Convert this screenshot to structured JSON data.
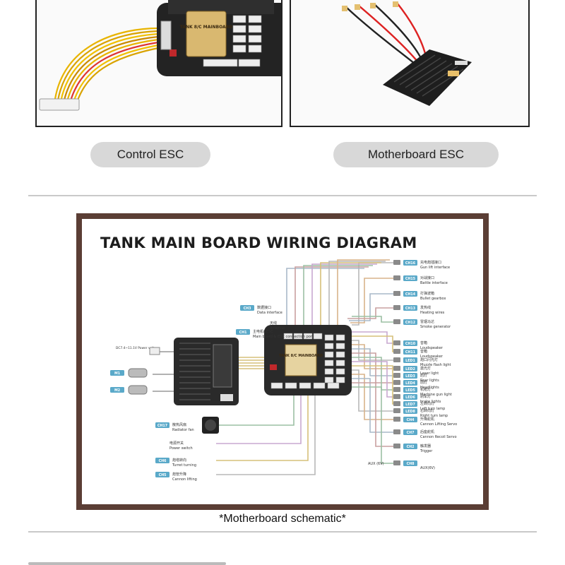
{
  "photos": {
    "left_board_label": "TANK 8/C MAINBOARD",
    "control_label": "Control ESC",
    "motherboard_label": "Motherboard ESC"
  },
  "diagram": {
    "title": "TANK MAIN BOARD WIRING DIAGRAM",
    "board_label": "TANK 8/C MAINBOARD",
    "top_labels": [
      {
        "code": "CH3",
        "cn": "数据接口",
        "en": "Data interface"
      },
      {
        "code": "",
        "cn": "天线",
        "en": "Antenna"
      },
      {
        "code": "CH1",
        "cn": "主电机&ESC",
        "en": "Main board & ESC connection port"
      }
    ],
    "left_labels": [
      {
        "code": "",
        "cn": "",
        "en": "DC7.4~11.1V Power voltage"
      },
      {
        "code": "M1",
        "cn": "",
        "en": ""
      },
      {
        "code": "M2",
        "cn": "",
        "en": ""
      },
      {
        "code": "CH17",
        "cn": "散热风扇",
        "en": "Radiator fan"
      },
      {
        "code": "",
        "cn": "电源开关",
        "en": "Power switch"
      },
      {
        "code": "CH6",
        "cn": "炮塔转向",
        "en": "Turret turning"
      },
      {
        "code": "CH5",
        "cn": "炮管升降",
        "en": "Cannon lifting"
      }
    ],
    "right_labels": [
      {
        "code": "CH16",
        "cn": "充电炮插接口",
        "en": "Gun lift interface"
      },
      {
        "code": "CH15",
        "cn": "对战接口",
        "en": "Battle interface"
      },
      {
        "code": "CH14",
        "cn": "打弹波箱",
        "en": "Bullet gearbox"
      },
      {
        "code": "CH13",
        "cn": "发热线",
        "en": "Heating wires"
      },
      {
        "code": "CH12",
        "cn": "冒烟马达",
        "en": "Smoke generator"
      },
      {
        "code": "CH10",
        "cn": "音箱",
        "en": "Loudspeaker"
      },
      {
        "code": "CH11",
        "cn": "音箱",
        "en": "Loudspeaker"
      },
      {
        "code": "LED1",
        "cn": "炮口闪光灯",
        "en": "Muzzle flash light"
      },
      {
        "code": "LED2",
        "cn": "激光灯",
        "en": "Laser light"
      },
      {
        "code": "LED3",
        "cn": "后灯",
        "en": "Rear lights"
      },
      {
        "code": "LED4",
        "cn": "前灯",
        "en": "Headlights"
      },
      {
        "code": "LED5",
        "cn": "机枪灯",
        "en": "Machine gun light"
      },
      {
        "code": "LED6",
        "cn": "刹车灯",
        "en": "brake lights"
      },
      {
        "code": "LED7",
        "cn": "左转向灯",
        "en": "Left turn lamp"
      },
      {
        "code": "LED8",
        "cn": "右转向灯",
        "en": "Right turn lamp"
      },
      {
        "code": "CH4",
        "cn": "升降舵机",
        "en": "Cannon Lifting Servo"
      },
      {
        "code": "CH7",
        "cn": "后座舵机",
        "en": "Cannon Recoil Servo"
      },
      {
        "code": "CH2",
        "cn": "触发器",
        "en": "Trigger"
      },
      {
        "code": "CH8",
        "cn": "",
        "en": "AUX(6V)",
        "prefix": "AUX (6V)"
      }
    ]
  },
  "caption": "*Motherboard schematic*",
  "colors": {
    "frame": "#5b3e35",
    "tag": "#5aa9c9",
    "board": "#2a2a2a"
  }
}
